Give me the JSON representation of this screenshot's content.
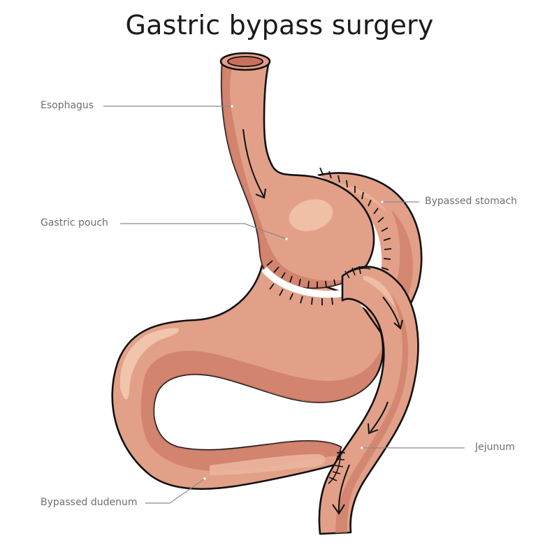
{
  "title": "Gastric bypass surgery",
  "labels": {
    "esophagus": "Esophagus",
    "gastric_pouch": "Gastric pouch",
    "bypassed_stomach": "Bypassed stomach",
    "jejunum": "Jejunum",
    "bypassed_duodenum": "Bypassed dudenum"
  },
  "colors": {
    "tissue_base": "#e2a088",
    "tissue_light": "#eab198",
    "tissue_shadow": "#d07f6a",
    "highlight": "#f1c4ac",
    "outline": "#111111",
    "leader_line": "#8a8a8a",
    "label_text": "#6e6e6e",
    "background": "#ffffff"
  }
}
